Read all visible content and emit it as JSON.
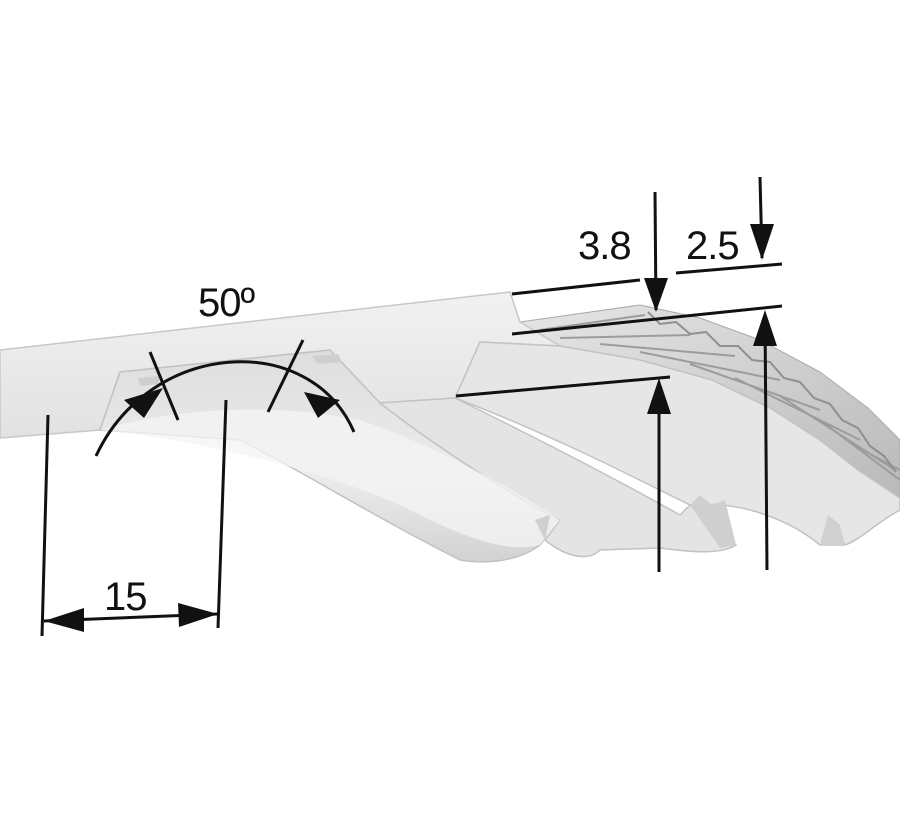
{
  "diagram": {
    "labels": {
      "angle": "50º",
      "pitch": "15",
      "total_height": "3.8",
      "back_thickness": "2.5"
    },
    "colors": {
      "belt_light": "#e9e9e9",
      "belt_mid": "#d8d8d8",
      "belt_shadow": "#bcbcbc",
      "cord": "#cfcfcf",
      "line": "#111111",
      "background": "#ffffff"
    }
  }
}
